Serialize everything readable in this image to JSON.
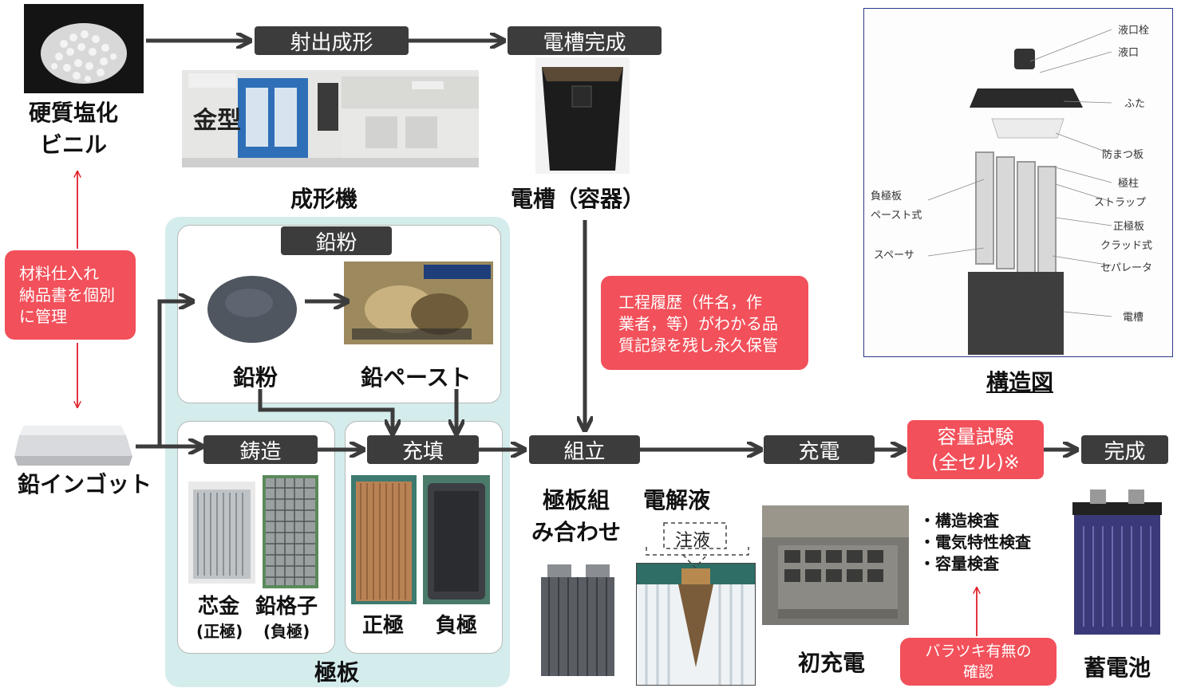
{
  "steps": {
    "injection_molding": "射出成形",
    "container_complete": "電槽完成",
    "lead_powder": "鉛粉",
    "casting": "鋳造",
    "filling": "充填",
    "assembly": "組立",
    "charging": "充電",
    "capacity_test": "容量試験\n(全セル)※",
    "complete": "完成"
  },
  "labels": {
    "pvc": "硬質塩化\nビニル",
    "mold": "金型",
    "molding_machine": "成形機",
    "container": "電槽（容器）",
    "lead_ingot": "鉛インゴット",
    "lead_powder_img": "鉛粉",
    "lead_paste": "鉛ペースト",
    "core_metal": "芯金",
    "core_metal_sub": "(正極)",
    "lead_grid": "鉛格子",
    "lead_grid_sub": "(負極)",
    "positive": "正極",
    "negative": "負極",
    "plates": "極板",
    "plate_group": "極板組\nみ合わせ",
    "electrolyte": "電解液",
    "injection": "注液",
    "initial_charge": "初充電",
    "battery": "蓄電池",
    "structure_title": "構造図"
  },
  "notes": {
    "material_mgmt": "材料仕入れ\n納品書を個別\nに管理",
    "process_history": "工程履歴（件名，作\n業者，等）がわかる品\n質記録を残し永久保管",
    "variation_check": "バラツキ有無の\n確認"
  },
  "inspections": [
    "・構造検査",
    "・電気特性検査",
    "・容量検査"
  ],
  "structure_labels": {
    "vent_plug": "液口栓",
    "vent": "液口",
    "lid": "ふた",
    "splash_plate": "防まつ板",
    "pole": "極柱",
    "strap": "ストラップ",
    "negative_plate": "負極板",
    "paste_type": "ペースト式",
    "positive_plate": "正極板",
    "clad_type": "クラッド式",
    "spacer": "スペーサ",
    "separator": "セパレータ",
    "container": "電槽"
  },
  "colors": {
    "step_box": "#3c3c3c",
    "red_box": "#f2505a",
    "plate_region": "#d4ecec",
    "arrow_red": "#e0202a"
  }
}
